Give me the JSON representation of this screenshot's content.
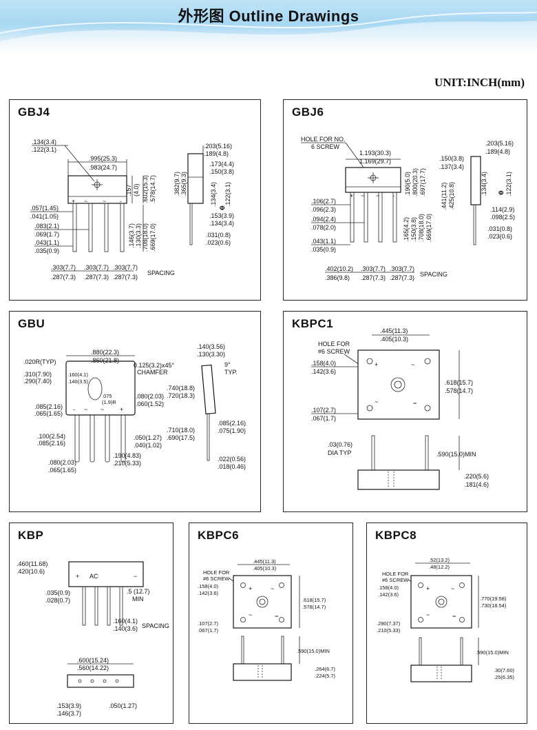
{
  "header": {
    "title": "外形图  Outline Drawings",
    "unit": "UNIT:INCH(mm)"
  },
  "panels": {
    "gbj4": {
      "title": "GBJ4",
      "dims": {
        "a1": ".134(3.4)",
        "a2": ".122(3.1)",
        "w1": ".995(25.3)",
        "w2": ".983(24.7)",
        "h1": ".157",
        "h2": "(4.0)",
        "b1": ".602(15.3)",
        "b2": ".578(14.7)",
        "c1": ".382(9.7)",
        "c2": ".365(9.3)",
        "d1": ".203(5.16)",
        "d2": ".189(4.8)",
        "e1": ".173(4.4)",
        "e2": ".150(3.8)",
        "f1": ".134(3.4)",
        "f2": ".122(3.1)",
        "g1": ".153(3.9)",
        "g2": ".134(3.4)",
        "i1": ".031(0.8)",
        "i2": ".023(0.6)",
        "j1": ".057(1.45)",
        "j2": ".041(1.05)",
        "k1": ".083(2.1)",
        "k2": ".069(1.7)",
        "l1": ".043(1.1)",
        "l2": ".035(0.9)",
        "m1": ".146(3.7)",
        "m2": ".130(3.3)",
        "n1": ".708(18.0)",
        "n2": ".669(17.0)",
        "s1": ".303(7.7)",
        "s2": ".287(7.3)",
        "spacing": "SPACING"
      }
    },
    "gbj6": {
      "title": "GBJ6",
      "hole1": "HOLE FOR NO.",
      "hole2": "6 SCREW",
      "dims": {
        "w1": "1.193(30.3)",
        "w2": "1.169(29.7)",
        "a1": ".150(3.8)",
        "a2": ".137(3.4)",
        "d1": ".203(5.16)",
        "d2": ".189(4.8)",
        "h1": ".190(5.0)",
        "h2": ".800(20.3)",
        "h3": ".697(17.7)",
        "b1": ".441(11.2)",
        "b2": ".425(10.8)",
        "f1": ".134(3.4)",
        "f2": ".122(3.1)",
        "g1": ".114(2.9)",
        "g2": ".098(2.5)",
        "i1": ".031(0.8)",
        "i2": ".023(0.6)",
        "j1": ".106(2.7)",
        "j2": ".096(2.3)",
        "k1": ".094(2.4)",
        "k2": ".078(2.0)",
        "l1": ".043(1.1)",
        "l2": ".035(0.9)",
        "m1": ".165(4.2)",
        "m2": ".150(3.8)",
        "n1": ".708(18.0)",
        "n2": ".669(17.0)",
        "s0a": ".402(10.2)",
        "s0b": ".386(9.8)",
        "s1": ".303(7.7)",
        "s2": ".287(7.3)",
        "spacing": "SPACING"
      }
    },
    "gbu": {
      "title": "GBU",
      "dims": {
        "w1": ".880(22.3)",
        "w2": ".860(21.8)",
        "r": ".020R(TYP)",
        "t1": ".310(7.90)",
        "t2": ".290(7.40)",
        "u1": ".160(4.1)",
        "u2": ".140(3.5)",
        "ch": "0.125(3.2)x45°",
        "chamfer": "CHAMFER",
        "rr1": ".075",
        "rr2": "(1.9)R",
        "v1": ".080(2.03)",
        "v2": ".060(1.52)",
        "x1": ".085(2.16)",
        "x2": ".065(1.65)",
        "y1": ".100(2.54)",
        "y2": ".085(2.16)",
        "z1": ".050(1.27)",
        "z2": ".040(1.02)",
        "q1": ".190(4.83)",
        "q2": ".210(5.33)",
        "p1": ".080(2.03)",
        "p2": ".065(1.65)",
        "s1": ".140(3.56)",
        "s2": ".130(3.30)",
        "deg": "9°",
        "typ": "TYP.",
        "h1": ".740(18.8)",
        "h2": ".720(18.3)",
        "k1": ".710(18.0)",
        "k2": ".690(17.5)",
        "m1": ".085(2.16)",
        "m2": ".075(1.90)",
        "n1": ".022(0.56)",
        "n2": ".018(0.46)"
      }
    },
    "kbpc1": {
      "title": "KBPC1",
      "hole1": "HOLE FOR",
      "hole2": "#6 SCREW",
      "dims": {
        "w1": ".445(11.3)",
        "w2": ".405(10.3)",
        "a1": ".158(4.0)",
        "a2": ".142(3.6)",
        "b1": ".618(15.7)",
        "b2": ".578(14.7)",
        "c1": ".107(2.7)",
        "c2": ".067(1.7)",
        "d1": ".03(0.76)",
        "d2": "DIA TYP",
        "e1": ".590(15.0)MIN",
        "f1": ".220(5.6)",
        "f2": ".181(4.6)"
      }
    },
    "kbp": {
      "title": "KBP",
      "ac": "AC",
      "dims": {
        "a1": ".460(11.68)",
        "a2": ".420(10.6)",
        "b1": ".035(0.9)",
        "b2": ".028(0.7)",
        "c1": ".5 (12.7)",
        "c2": "MIN",
        "d1": ".160(4.1)",
        "d2": ".140(3.6)",
        "spacing": "SPACING",
        "e1": ".600(15.24)",
        "e2": ".560(14.22)",
        "f1": ".153(3.9)",
        "f2": ".146(3.7)",
        "g1": ".050(1.27)"
      }
    },
    "kbpc6": {
      "title": "KBPC6",
      "hole1": "HOLE FOR",
      "hole2": "#6 SCREW",
      "dims": {
        "w1": ".445(11.3)",
        "w2": ".405(10.3)",
        "a1": ".158(4.0)",
        "a2": ".142(3.6)",
        "b1": ".618(15.7)",
        "b2": ".578(14.7)",
        "c1": ".107(2.7)",
        "c2": ".067(1.7)",
        "e1": ".590(15.0)MIN",
        "f1": ".264(6.7)",
        "f2": ".224(5.7)"
      }
    },
    "kbpc8": {
      "title": "KBPC8",
      "hole1": "HOLE FOR",
      "hole2": "#6 SCREW",
      "dims": {
        "w1": ".52(13.2)",
        "w2": ".48(12.2)",
        "a1": ".158(4.0)",
        "a2": ".142(3.6)",
        "b1": ".770(19.58)",
        "b2": ".730(18.54)",
        "c1": ".290(7.37)",
        "c2": ".210(5.33)",
        "e1": ".590(15.0)MIN",
        "f1": ".30(7.60)",
        "f2": ".25(6.35)"
      }
    }
  }
}
